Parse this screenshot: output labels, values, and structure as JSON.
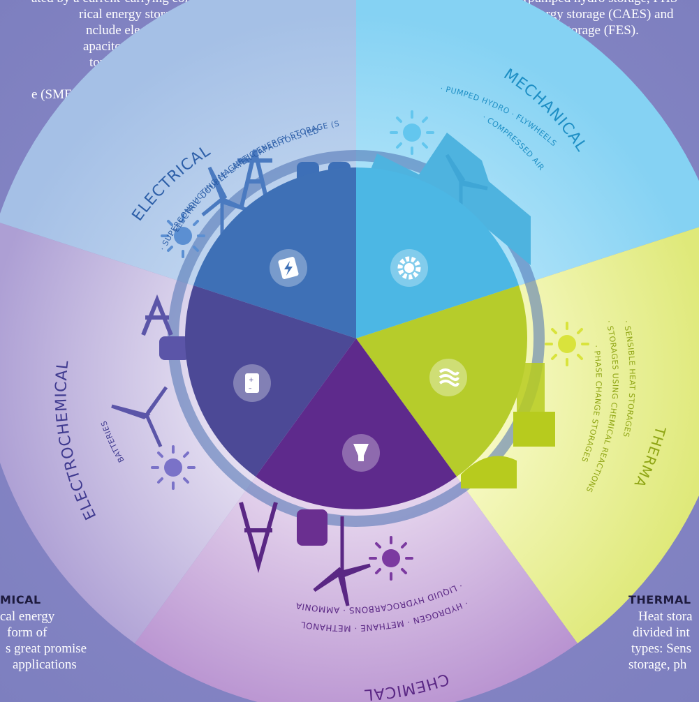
{
  "segments": {
    "electrical": {
      "title": "ELECTRICAL",
      "item1": "· ELECTRIC DOUBLE-LAYER CAPACITORS (EDLC)",
      "item2": "· SUPERCONDUCTING MAGNETIC ENERGY STORAGE (SMES)",
      "color": "#3f73b7",
      "outer_color": "#b9d0ec"
    },
    "mechanical": {
      "title": "MECHANICAL",
      "item1": "· PUMPED HYDRO · FLYWHEELS",
      "item2": "· COMPRESSED AIR",
      "color": "#4cb6e3",
      "outer_color": "#9fdcf5"
    },
    "thermal": {
      "title": "THERMAL",
      "item1": "· SENSIBLE HEAT STORAGES",
      "item2": "· STORAGES USING CHEMICAL REACTIONS",
      "item3": "· PHASE CHANGE STORAGES",
      "color": "#c5d72e",
      "outer_color": "#e9f08f"
    },
    "chemical": {
      "title": "CHEMICAL",
      "item1": "· HYDROGEN · METHANE · METHANOL",
      "item2": "· LIQUID HYDROCARBONS · AMMONIA",
      "color": "#5c2d8a",
      "outer_color": "#c9a8d6"
    },
    "electrochemical": {
      "title": "ELECTROCHEMICAL",
      "item1": "BATTERIES",
      "color": "#4d4995",
      "outer_color": "#c2b8df"
    }
  },
  "side_notes": {
    "top_left": [
      "ated by a current-carrying coil.",
      "rical energy storage",
      "nclude electrical",
      "apacitors (EDLCs",
      "tors) and",
      "ng magnetic",
      "e (SMES)."
    ],
    "top_right": [
      "(pumped hydro storage, PHS",
      "energy storage (CAES) and",
      "storage (FES)."
    ],
    "bottom_left_heading": "MICAL",
    "bottom_left": [
      "cal energy",
      "form of",
      "s great promise",
      "applications"
    ],
    "bottom_right_heading": "THERMAL",
    "bottom_right": [
      "Heat stora",
      "divided int",
      "types: Sens",
      "storage, ph"
    ]
  },
  "icons": {
    "electrical": "lightning-card-icon",
    "mechanical": "gear-icon",
    "thermal": "heat-waves-icon",
    "electrochemical": "battery-icon",
    "chemical": "flask-icon"
  }
}
